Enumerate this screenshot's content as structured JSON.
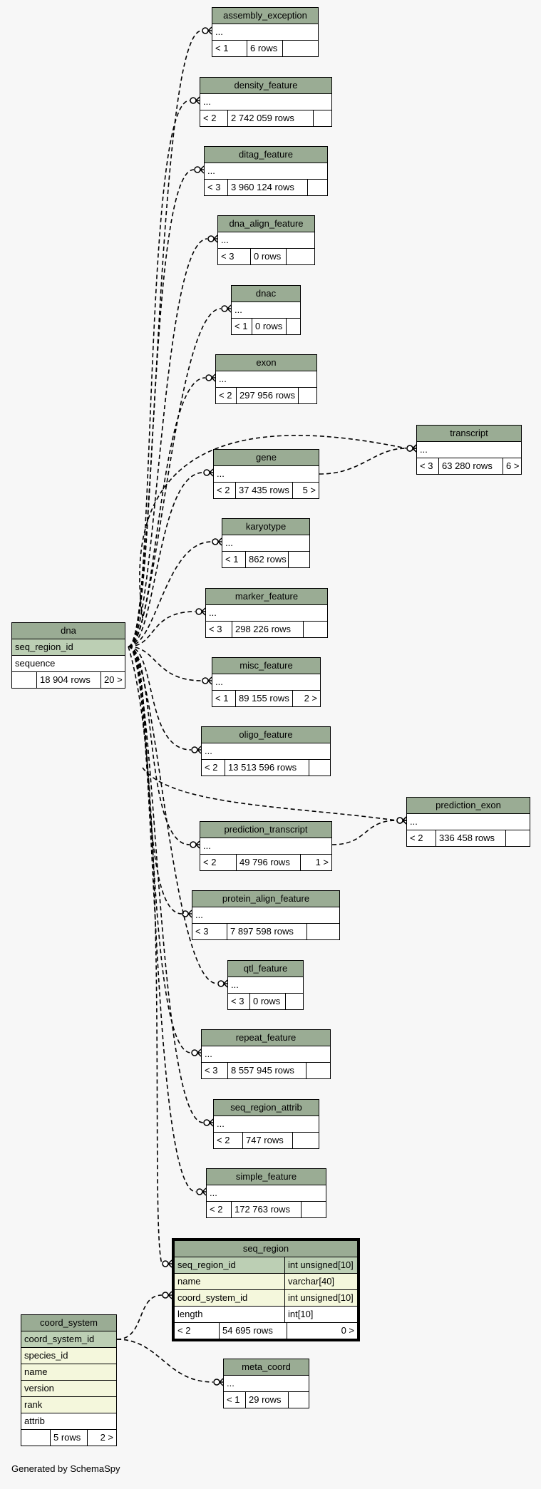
{
  "footer": "Generated by SchemaSpy",
  "tables": [
    {
      "id": "assembly_exception",
      "title": "assembly_exception",
      "rows": [
        {
          "cells": [
            "..."
          ]
        }
      ],
      "stats": [
        "< 1",
        "6 rows",
        ""
      ]
    },
    {
      "id": "density_feature",
      "title": "density_feature",
      "rows": [
        {
          "cells": [
            "..."
          ]
        }
      ],
      "stats": [
        "< 2",
        "2 742 059 rows",
        ""
      ]
    },
    {
      "id": "ditag_feature",
      "title": "ditag_feature",
      "rows": [
        {
          "cells": [
            "..."
          ]
        }
      ],
      "stats": [
        "< 3",
        "3 960 124 rows",
        ""
      ]
    },
    {
      "id": "dna_align_feature",
      "title": "dna_align_feature",
      "rows": [
        {
          "cells": [
            "..."
          ]
        }
      ],
      "stats": [
        "< 3",
        "0 rows",
        ""
      ]
    },
    {
      "id": "dnac",
      "title": "dnac",
      "rows": [
        {
          "cells": [
            "..."
          ]
        }
      ],
      "stats": [
        "< 1",
        "0 rows",
        ""
      ]
    },
    {
      "id": "exon",
      "title": "exon",
      "rows": [
        {
          "cells": [
            "..."
          ]
        }
      ],
      "stats": [
        "< 2",
        "297 956 rows",
        ""
      ]
    },
    {
      "id": "transcript",
      "title": "transcript",
      "rows": [
        {
          "cells": [
            "..."
          ]
        }
      ],
      "stats": [
        "< 3",
        "63 280 rows",
        "6 >"
      ]
    },
    {
      "id": "gene",
      "title": "gene",
      "rows": [
        {
          "cells": [
            "..."
          ]
        }
      ],
      "stats": [
        "< 2",
        "37 435 rows",
        "5 >"
      ]
    },
    {
      "id": "karyotype",
      "title": "karyotype",
      "rows": [
        {
          "cells": [
            "..."
          ]
        }
      ],
      "stats": [
        "< 1",
        "862 rows",
        ""
      ]
    },
    {
      "id": "marker_feature",
      "title": "marker_feature",
      "rows": [
        {
          "cells": [
            "..."
          ]
        }
      ],
      "stats": [
        "< 3",
        "298 226 rows",
        ""
      ]
    },
    {
      "id": "dna",
      "title": "dna",
      "rows": [
        {
          "cells": [
            "seq_region_id"
          ],
          "kind": "pk"
        },
        {
          "cells": [
            "sequence"
          ]
        }
      ],
      "stats": [
        "",
        "18 904 rows",
        "20 >"
      ]
    },
    {
      "id": "misc_feature",
      "title": "misc_feature",
      "rows": [
        {
          "cells": [
            "..."
          ]
        }
      ],
      "stats": [
        "< 1",
        "89 155 rows",
        "2 >"
      ]
    },
    {
      "id": "oligo_feature",
      "title": "oligo_feature",
      "rows": [
        {
          "cells": [
            "..."
          ]
        }
      ],
      "stats": [
        "< 2",
        "13 513 596 rows",
        ""
      ]
    },
    {
      "id": "prediction_exon",
      "title": "prediction_exon",
      "rows": [
        {
          "cells": [
            "..."
          ]
        }
      ],
      "stats": [
        "< 2",
        "336 458 rows",
        ""
      ]
    },
    {
      "id": "prediction_transcript",
      "title": "prediction_transcript",
      "rows": [
        {
          "cells": [
            "..."
          ]
        }
      ],
      "stats": [
        "< 2",
        "49 796 rows",
        "1 >"
      ]
    },
    {
      "id": "protein_align_feature",
      "title": "protein_align_feature",
      "rows": [
        {
          "cells": [
            "..."
          ]
        }
      ],
      "stats": [
        "< 3",
        "7 897 598 rows",
        ""
      ]
    },
    {
      "id": "qtl_feature",
      "title": "qtl_feature",
      "rows": [
        {
          "cells": [
            "..."
          ]
        }
      ],
      "stats": [
        "< 3",
        "0 rows",
        ""
      ]
    },
    {
      "id": "repeat_feature",
      "title": "repeat_feature",
      "rows": [
        {
          "cells": [
            "..."
          ]
        }
      ],
      "stats": [
        "< 3",
        "8 557 945 rows",
        ""
      ]
    },
    {
      "id": "seq_region_attrib",
      "title": "seq_region_attrib",
      "rows": [
        {
          "cells": [
            "..."
          ]
        }
      ],
      "stats": [
        "< 2",
        "747 rows",
        ""
      ]
    },
    {
      "id": "simple_feature",
      "title": "simple_feature",
      "rows": [
        {
          "cells": [
            "..."
          ]
        }
      ],
      "stats": [
        "< 2",
        "172 763 rows",
        ""
      ]
    },
    {
      "id": "seq_region",
      "title": "seq_region",
      "focus": true,
      "rows": [
        {
          "cells": [
            "seq_region_id",
            "int unsigned[10]"
          ],
          "kind": "pk"
        },
        {
          "cells": [
            "name",
            "varchar[40]"
          ],
          "kind": "fk"
        },
        {
          "cells": [
            "coord_system_id",
            "int unsigned[10]"
          ],
          "kind": "fk"
        },
        {
          "cells": [
            "length",
            "int[10]"
          ]
        }
      ],
      "stats": [
        "< 2",
        "54 695 rows",
        "0 >"
      ]
    },
    {
      "id": "coord_system",
      "title": "coord_system",
      "rows": [
        {
          "cells": [
            "coord_system_id"
          ],
          "kind": "pk"
        },
        {
          "cells": [
            "species_id"
          ],
          "kind": "fk"
        },
        {
          "cells": [
            "name"
          ],
          "kind": "fk"
        },
        {
          "cells": [
            "version"
          ],
          "kind": "fk"
        },
        {
          "cells": [
            "rank"
          ],
          "kind": "fk"
        },
        {
          "cells": [
            "attrib"
          ]
        }
      ],
      "stats": [
        "",
        "5 rows",
        "2 >"
      ]
    },
    {
      "id": "meta_coord",
      "title": "meta_coord",
      "rows": [
        {
          "cells": [
            "..."
          ]
        }
      ],
      "stats": [
        "< 1",
        "29 rows",
        ""
      ]
    }
  ]
}
